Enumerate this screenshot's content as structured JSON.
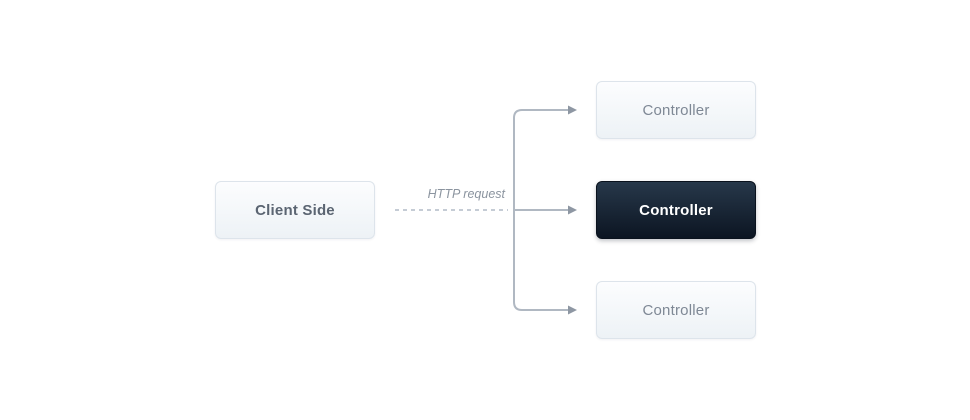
{
  "diagram": {
    "title": "client-to-controller-routing",
    "client_node": {
      "label": "Client Side"
    },
    "edge": {
      "label": "HTTP request",
      "style": "dashed"
    },
    "controller_nodes": [
      {
        "label": "Controller",
        "variant": "light"
      },
      {
        "label": "Controller",
        "variant": "dark"
      },
      {
        "label": "Controller",
        "variant": "light"
      }
    ],
    "colors": {
      "background": "#ffffff",
      "light_box_bg_top": "#fcfdfe",
      "light_box_bg_bottom": "#edf2f6",
      "light_box_border": "#dde4eb",
      "light_box_text": "#7e8895",
      "client_text": "#5b6572",
      "dark_box_bg_top": "#27384a",
      "dark_box_bg_bottom": "#0c1522",
      "dark_box_text": "#ffffff",
      "line": "#b0b8c2",
      "dash": "#c5ccd5",
      "arrow": "#8e97a3",
      "label_text": "#8b949f"
    }
  }
}
